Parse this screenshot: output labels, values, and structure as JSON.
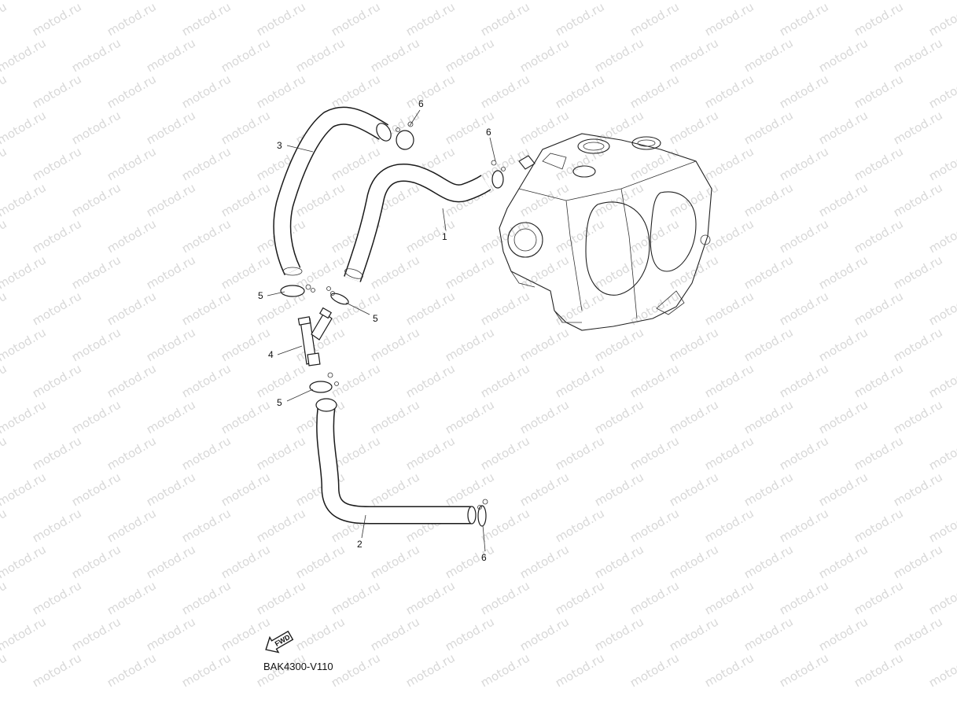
{
  "watermark": "motod.ru",
  "drawing_code": "BAK4300-V110",
  "fwd_label": "FWD",
  "callouts": {
    "c1": "1",
    "c2": "2",
    "c3": "3",
    "c4": "4",
    "c5a": "5",
    "c5b": "5",
    "c5c": "5",
    "c6a": "6",
    "c6b": "6",
    "c6c": "6"
  },
  "colors": {
    "line": "#1a1a1a",
    "watermark": "#d8d8d8",
    "background": "#ffffff"
  }
}
